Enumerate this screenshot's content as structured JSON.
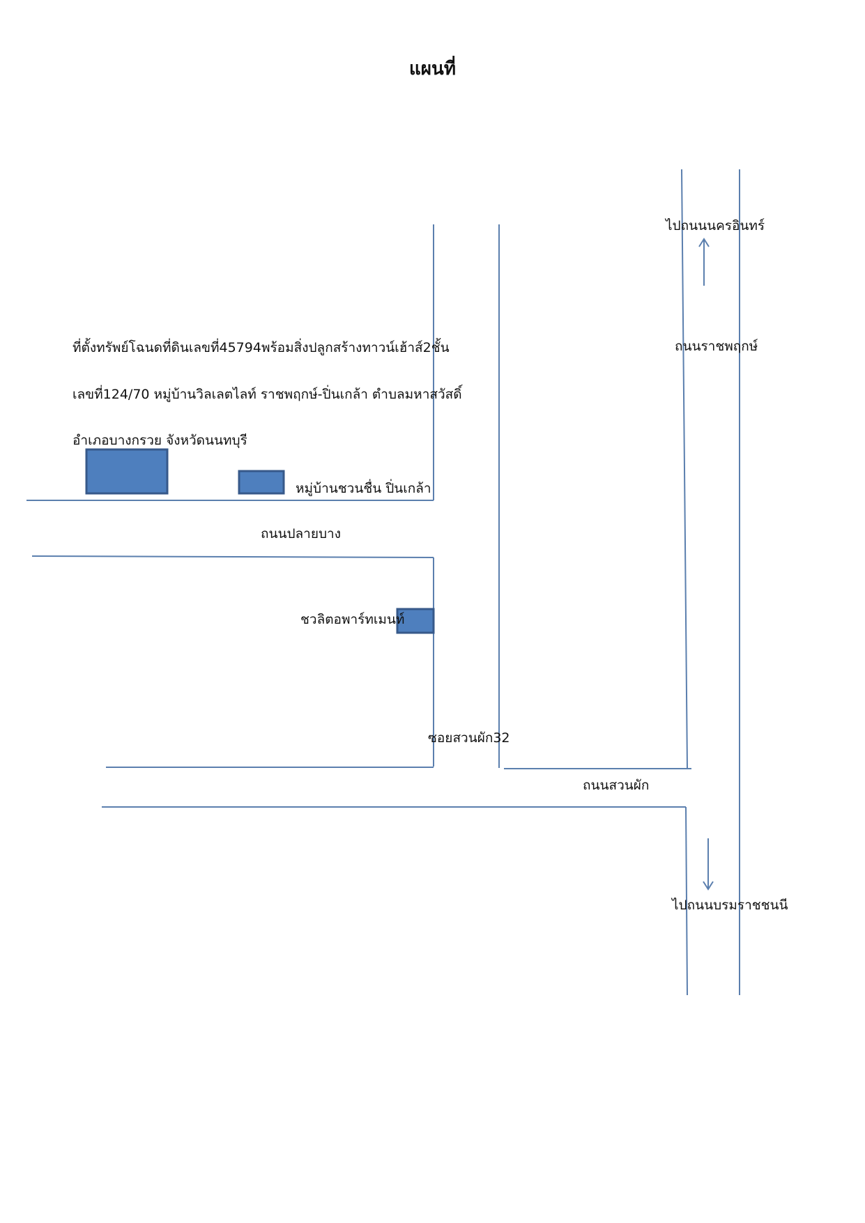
{
  "title": "แผนที่",
  "property_description": {
    "line1": "ที่ตั้งทรัพย์โฉนดที่ดินเลขที่45794พร้อมสิ่งปลูกสร้างทาวน์เฮ้าส์2ชั้น",
    "line2": "เลขที่124/70 หมู่บ้านวิลเลตไลท์ ราชพฤกษ์-ปิ่นเกล้า ตำบลมหาสวัสดิ์",
    "line3": "อำเภอบางกรวย จังหวัดนนทบุรี"
  },
  "roads": {
    "plai_bang": "ถนนปลายบาง",
    "suan_phak": "ถนนสวนผัก",
    "soi_suan_phak_32": "ซอยสวนผัก32",
    "ratchaphruek": "ถนนราชพฤกษ์"
  },
  "landmarks": {
    "chuan_chuen_village": "หมู่บ้านชวนชื่น ปิ่นเกล้า",
    "chualit_apartment": "ชวลิตอพาร์ทเมนท์"
  },
  "directions": {
    "north": "ไปถนนนครอินทร์",
    "south": "ไปถนนบรมราชชนนี"
  },
  "colors": {
    "road_line": "#5b7fae",
    "building_fill": "#4e7fbe",
    "building_border": "#37598a"
  }
}
